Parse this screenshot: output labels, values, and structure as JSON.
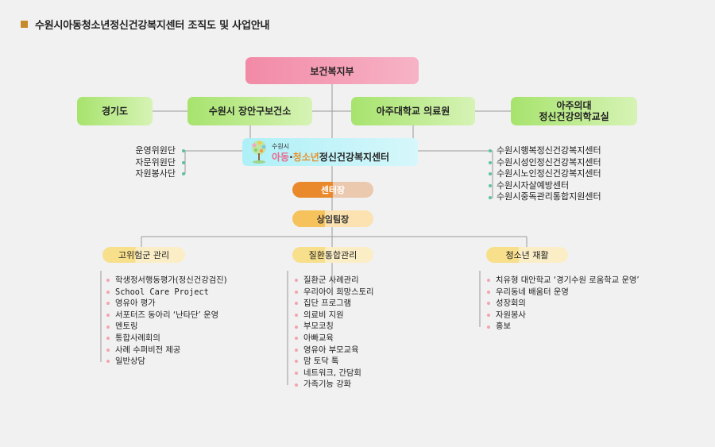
{
  "page": {
    "title": "수원시아동청소년정신건강복지센터 조직도 및 사업안내"
  },
  "top": {
    "ministry": "보건복지부"
  },
  "partners": {
    "gyeonggi": "경기도",
    "health_center": "수원시 장안구보건소",
    "hospital": "아주대학교 의료원",
    "ajou_line1": "아주의대",
    "ajou_line2": "정신건강의학교실"
  },
  "center": {
    "small": "수원시",
    "name_part1": "아동",
    "name_dot": "·",
    "name_part2": "청소년",
    "name_part3": "정신건강복지센터"
  },
  "left_list": [
    "운영위원단",
    "자문위원단",
    "자원봉사단"
  ],
  "right_list": [
    "수원시행복정신건강복지센터",
    "수원시성인정신건강복지센터",
    "수원시노인정신건강복지센터",
    "수원시자살예방센터",
    "수원시중독관리통합지원센터"
  ],
  "director": "센터장",
  "team_lead": "상임팀장",
  "categories": [
    {
      "label": "고위험군 관리",
      "items": [
        "학생정서행동평가(정신건강검진)",
        "School Care Project",
        "영유아 평가",
        "서포터즈 동아리 ‘난타단’ 운영",
        "멘토링",
        "통합사례회의",
        "사례 수퍼비전 제공",
        "일반상담"
      ]
    },
    {
      "label": "질환통합관리",
      "items": [
        "질환군 사례관리",
        "우리아이 희망스토리",
        "집단 프로그램",
        "의료비 지원",
        "부모코칭",
        "아빠교육",
        "영유아 부모교육",
        "맘 토닥 톡",
        "네트워크, 간담회",
        "가족기능 강화"
      ]
    },
    {
      "label": "청소년 재활",
      "items": [
        "치유형 대안학교 ‘경기수원 로움학교 운영’",
        "우리동네 배움터 운영",
        "성장회의",
        "자원봉사",
        "홍보"
      ]
    }
  ],
  "colors": {
    "accent": "#c68a2a",
    "pink": "#f28aa6",
    "green": "#a7e36d",
    "cyan": "#aef0f7",
    "orange": "#e9892b",
    "yellow": "#f5c25b",
    "dot_teal": "#5bc2a4",
    "dot_pink": "#f2a4b2",
    "line": "#999999"
  }
}
